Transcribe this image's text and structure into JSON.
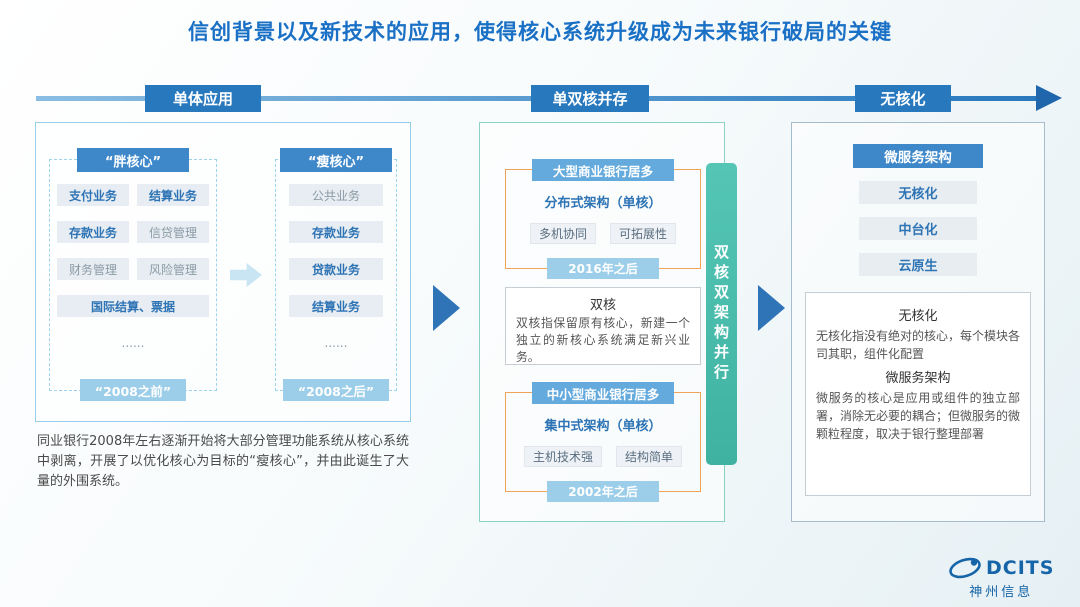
{
  "title": "信创背景以及新技术的应用，使得核心系统升级成为未来银行破局的关键",
  "timeline": {
    "stage1": "单体应用",
    "stage2": "单双核并存",
    "stage3": "无核化"
  },
  "monolith": {
    "fat_core": {
      "header": "“胖核心”",
      "items": [
        "支付业务",
        "结算业务",
        "存款业务",
        "信贷管理",
        "财务管理",
        "风险管理",
        "国际结算、票据",
        "......"
      ],
      "footer": "“2008之前”"
    },
    "thin_core": {
      "header": "“瘦核心”",
      "items": [
        "公共业务",
        "存款业务",
        "贷款业务",
        "结算业务",
        "......"
      ],
      "footer": "“2008之后”"
    },
    "description": "同业银行2008年左右逐渐开始将大部分管理功能系统从核心系统中剥离，开展了以优化核心为目标的“瘦核心”，并由此诞生了大量的外围系统。"
  },
  "dual": {
    "large_banks": {
      "header": "大型商业银行居多",
      "architecture": "分布式架构（单核）",
      "tags": [
        "多机协同",
        "可拓展性"
      ],
      "date": "2016年之后"
    },
    "dual_core": {
      "title": "双核",
      "description": "双核指保留原有核心，新建一个独立的新核心系统满足新兴业务。"
    },
    "small_banks": {
      "header": "中小型商业银行居多",
      "architecture": "集中式架构（单核）",
      "tags": [
        "主机技术强",
        "结构简单"
      ],
      "date": "2002年之后"
    },
    "side_bar": "双核双架构并行"
  },
  "coreless": {
    "header": "微服务架构",
    "items": [
      "无核化",
      "中台化",
      "云原生"
    ],
    "sections": [
      {
        "title": "无核化",
        "description": "无核化指没有绝对的核心，每个模块各司其职，组件化配置"
      },
      {
        "title": "微服务架构",
        "description": "微服务的核心是应用或组件的独立部署，消除无必要的耦合；但微服务的微颗粒程度，取决于银行整理部署"
      }
    ]
  },
  "logo": {
    "brand": "DCITS",
    "company": "神州信息"
  },
  "colors": {
    "accent_blue": "#2878be",
    "header_blue": "#3e88ca",
    "light_blue": "#9ccee9",
    "teal": "#45bdae",
    "orange": "#f0a35a",
    "text_blue": "#2e74b5"
  }
}
